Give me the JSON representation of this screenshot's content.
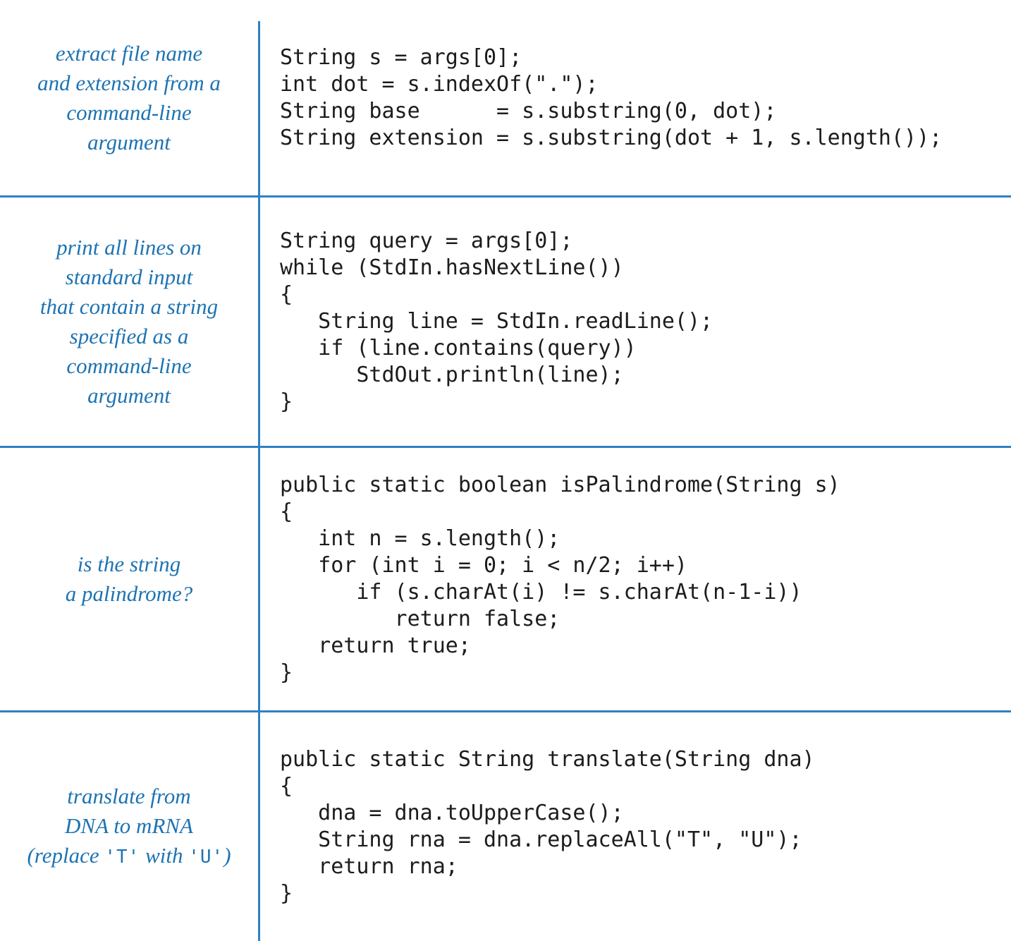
{
  "figure": {
    "kind": "textbook-code-table",
    "columns": [
      "description",
      "code"
    ],
    "colors": {
      "rule_blue": "#2f81c3",
      "description_text_blue": "#1d73b2",
      "code_text": "#1c1c1c",
      "background": "#ffffff"
    },
    "rows": [
      {
        "id": "extract-filename-extension",
        "description_lines": [
          "extract file name",
          "and extension from a",
          "command-line",
          "argument"
        ],
        "code_lines": [
          "String s = args[0];",
          "int dot = s.indexOf(\".\");",
          "String base      = s.substring(0, dot);",
          "String extension = s.substring(dot + 1, s.length());"
        ]
      },
      {
        "id": "print-matching-lines",
        "description_lines": [
          "print all lines on",
          "standard input",
          "that contain a string",
          "specified as a",
          "command-line",
          "argument"
        ],
        "code_lines": [
          "String query = args[0];",
          "while (StdIn.hasNextLine())",
          "{",
          "   String line = StdIn.readLine();",
          "   if (line.contains(query))",
          "      StdOut.println(line);",
          "}"
        ]
      },
      {
        "id": "is-palindrome",
        "description_lines": [
          "is the string",
          "a palindrome?"
        ],
        "code_lines": [
          "public static boolean isPalindrome(String s)",
          "{",
          "   int n = s.length();",
          "   for (int i = 0; i < n/2; i++)",
          "      if (s.charAt(i) != s.charAt(n-1-i))",
          "         return false;",
          "   return true;",
          "}"
        ]
      },
      {
        "id": "dna-to-mrna",
        "description_lines": [
          "translate from",
          "DNA to mRNA",
          [
            {
              "t": "(replace "
            },
            {
              "t": "'T'",
              "mono": true
            },
            {
              "t": " with "
            },
            {
              "t": "'U'",
              "mono": true
            },
            {
              "t": ")"
            }
          ]
        ],
        "code_lines": [
          "public static String translate(String dna)",
          "{",
          "   dna = dna.toUpperCase();",
          "   String rna = dna.replaceAll(\"T\", \"U\");",
          "   return rna;",
          "}"
        ]
      }
    ]
  }
}
